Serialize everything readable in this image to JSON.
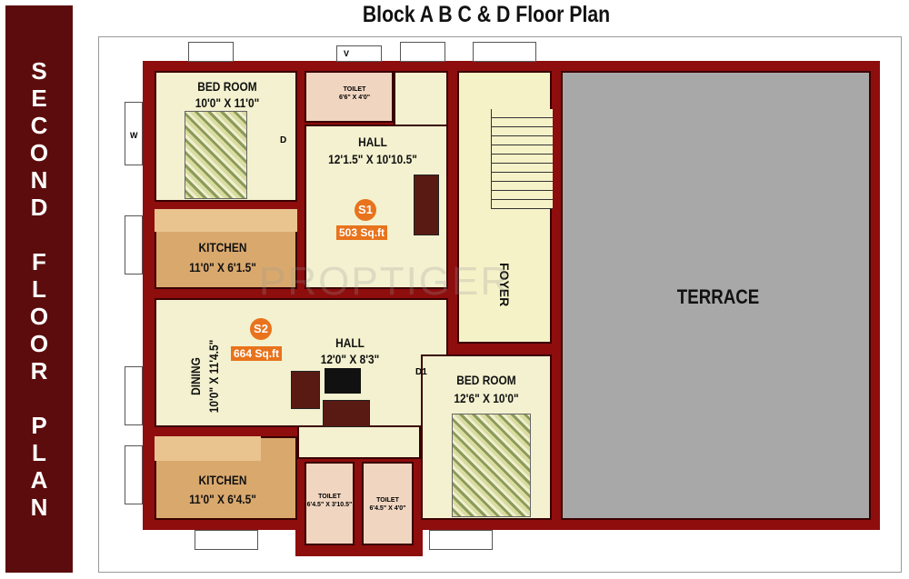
{
  "banner": {
    "letters": [
      "S",
      "E",
      "C",
      "O",
      "N",
      "D",
      "",
      "F",
      "L",
      "O",
      "O",
      "R",
      "",
      "P",
      "L",
      "A",
      "N"
    ],
    "text": "SECOND FLOOR PLAN"
  },
  "title": "Block A  B C & D Floor Plan",
  "units": [
    {
      "id": "S1",
      "area": "503 Sq.ft"
    },
    {
      "id": "S2",
      "area": "664 Sq.ft"
    }
  ],
  "rooms": {
    "bedroom1": {
      "name": "BED ROOM",
      "size": "10'0\" X 11'0\""
    },
    "toilet1": {
      "name": "TOILET",
      "size": "6'6\" X 4'0\""
    },
    "hall1": {
      "name": "HALL",
      "size": "12'1.5\" X 10'10.5\""
    },
    "kitchen1": {
      "name": "KITCHEN",
      "size": "11'0\" X 6'1.5\""
    },
    "foyer": {
      "name": "FOYER"
    },
    "terrace": {
      "name": "TERRACE"
    },
    "dining": {
      "name": "DINING",
      "size": "10'0\" X 11'4.5\""
    },
    "hall2": {
      "name": "HALL",
      "size": "12'0\" X 8'3\""
    },
    "bedroom2": {
      "name": "BED ROOM",
      "size": "12'6\" X 10'0\""
    },
    "kitchen2": {
      "name": "KITCHEN",
      "size": "11'0\" X 6'4.5\""
    },
    "toilet2": {
      "name": "TOILET",
      "size": "6'4.5\" X 3'10.5\""
    },
    "toilet3": {
      "name": "TOILET",
      "size": "6'4.5\" X 4'0\""
    }
  },
  "door_labels": {
    "d": "D",
    "d1": "D1",
    "w": "W",
    "v": "V"
  },
  "watermark": "PROPTIGER",
  "colors": {
    "wall": "#8e0d0d",
    "banner": "#5c0c0c",
    "badge": "#e8731c",
    "terrace": "#a8a8a8",
    "room": "#f3f1cf",
    "kitchen": "#d9a86d",
    "toilet": "#f0d5c0"
  }
}
